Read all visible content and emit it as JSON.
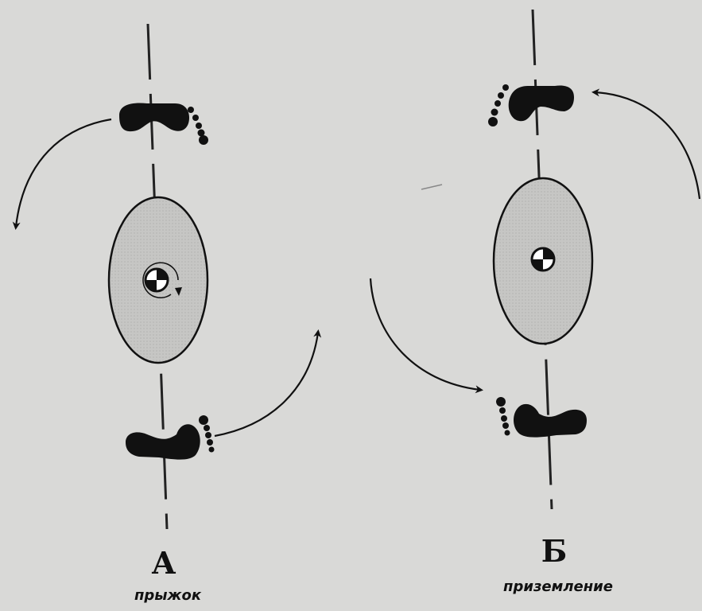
{
  "panels": {
    "a": {
      "letter": "А",
      "caption": "прыжок"
    },
    "b": {
      "letter": "Б",
      "caption": "приземление"
    }
  },
  "icons": {
    "foot": "footprint-icon",
    "center_of_mass": "center-of-mass-icon",
    "rotation": "rotation-arrow-icon",
    "motion_arrow": "curved-arrow-icon"
  },
  "colors": {
    "background": "#d9d9d7",
    "ink": "#111111",
    "body_fill": "#c4c4c2"
  }
}
